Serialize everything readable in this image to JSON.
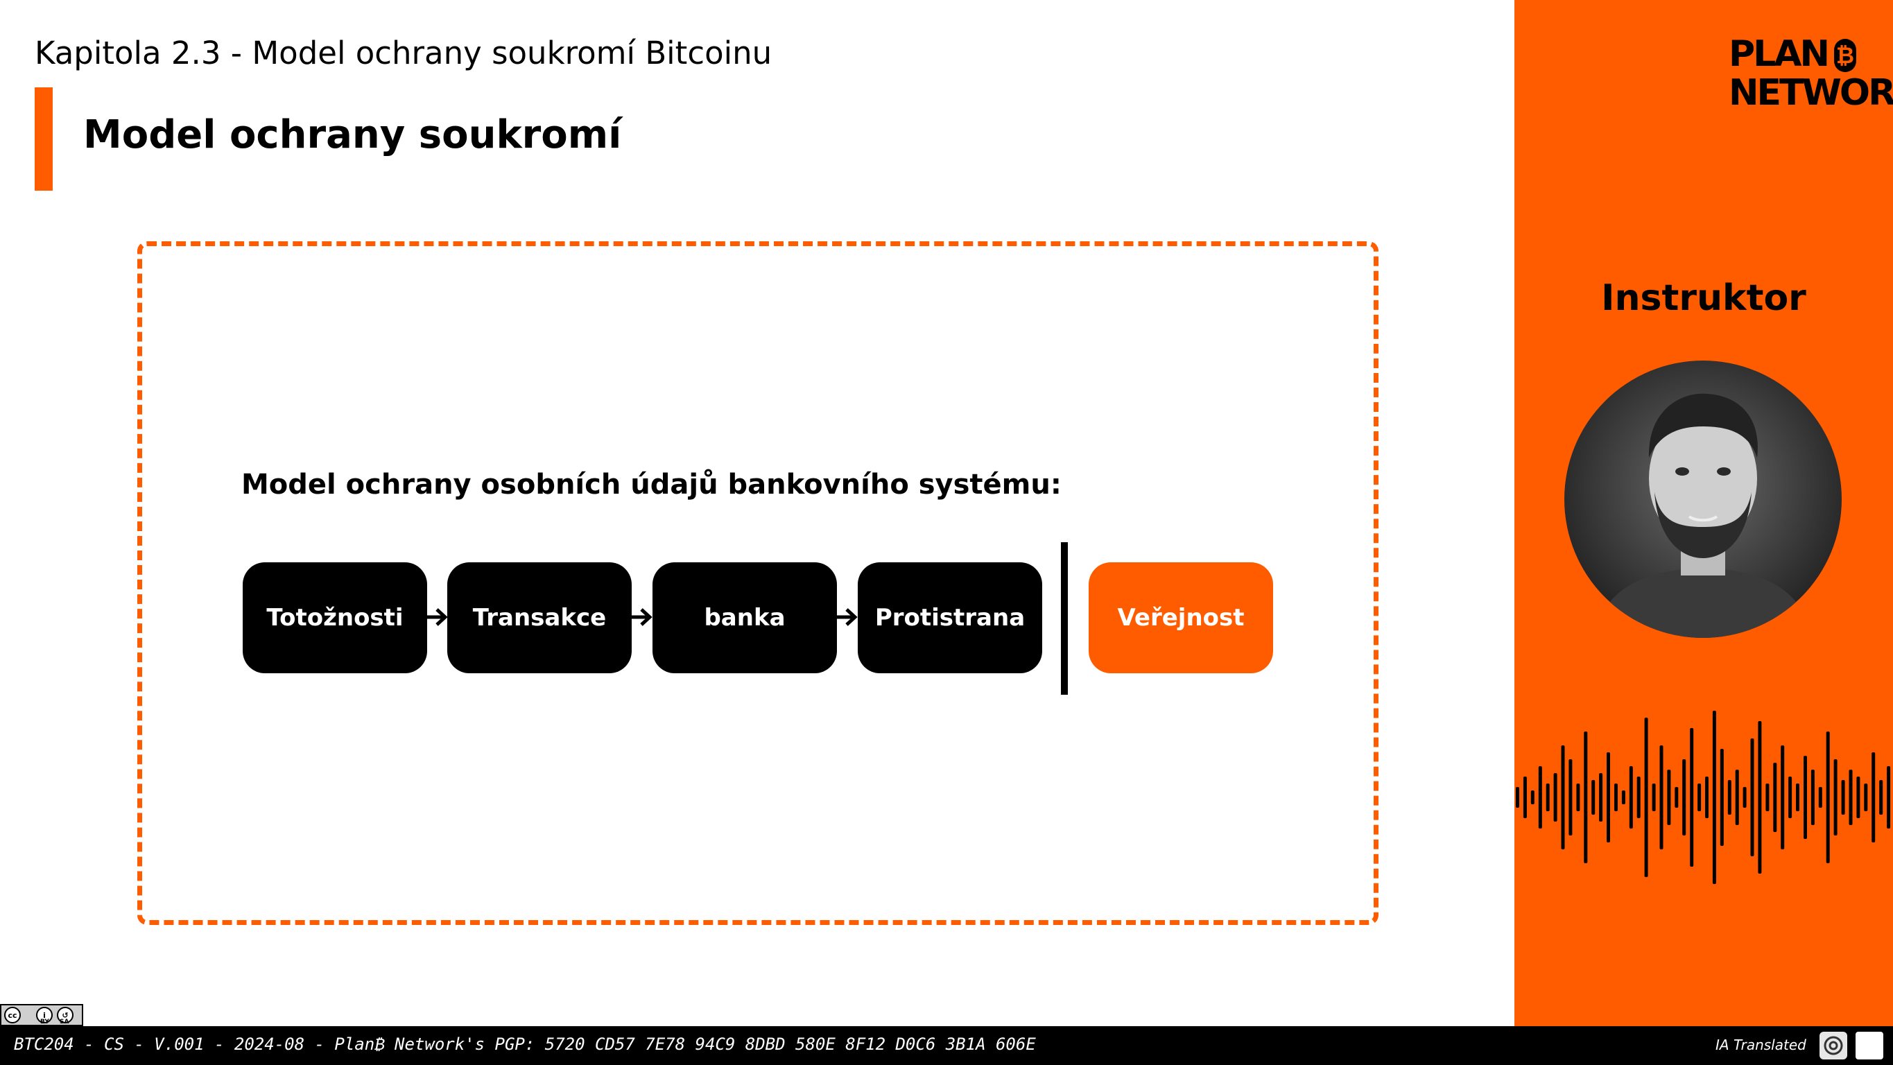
{
  "header": {
    "chapter_title": "Kapitola 2.3 - Model ochrany soukromí Bitcoinu",
    "slide_title": "Model ochrany soukromí"
  },
  "diagram": {
    "heading": "Model ochrany osobních údajů bankovního systému:",
    "steps": [
      "Totožnosti",
      "Transakce",
      "banka",
      "Protistrana"
    ],
    "public_box": "Veřejnost"
  },
  "side_panel": {
    "logo_line1": "PLAN",
    "logo_badge": "₿",
    "logo_line2": "NETWORK",
    "instructor_label": "Instruktor"
  },
  "footer": {
    "text": "BTC204 - CS - V.001 - 2024-08 - Plan₿ Network's PGP: 5720 CD57 7E78 94C9 8DBD 580E 8F12 D0C6 3B1A 606E",
    "ia_label": "IA Translated",
    "license_icons": [
      "cc",
      "by",
      "sa"
    ]
  },
  "colors": {
    "accent": "#ff5c00",
    "box": "#000000",
    "background": "#ffffff"
  }
}
